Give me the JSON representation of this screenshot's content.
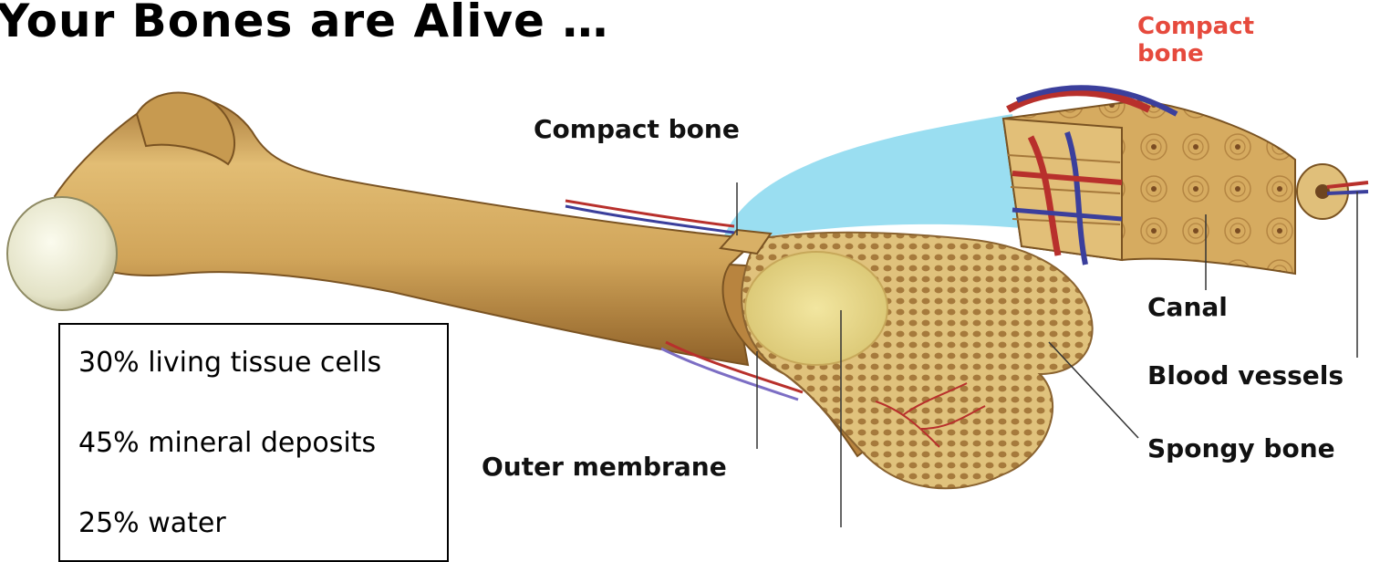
{
  "title": "Your Bones are Alive …",
  "inset_title": "Compact bone",
  "labels": {
    "compact_bone": "Compact bone",
    "outer_membrane": "Outer membrane",
    "canal": "Canal",
    "blood_vessels": "Blood vessels",
    "spongy_bone": "Spongy bone"
  },
  "composition": [
    "30% living tissue cells",
    "45% mineral deposits",
    "25% water"
  ],
  "colors": {
    "bone": "#d9b26a",
    "bone_dark": "#a8793a",
    "marrow": "#efe39a",
    "inset_title": "#e64a3d",
    "vessel_red": "#b8302c",
    "vessel_blue": "#3b3f9c",
    "highlight": "#8fdaf0"
  }
}
